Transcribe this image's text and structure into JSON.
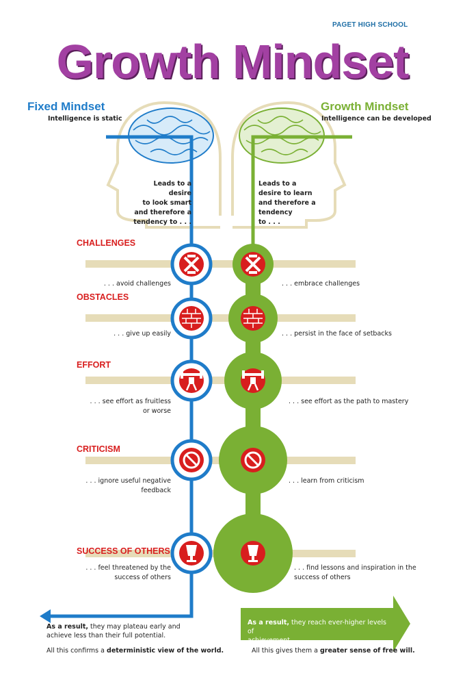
{
  "header": {
    "school": "PAGET HIGH SCHOOL",
    "title": "Growth Mindset"
  },
  "fixed": {
    "heading": "Fixed Mindset",
    "subheading": "Intelligence is static",
    "head_text": [
      "Leads to a desire",
      "to look smart",
      "and therefore a",
      "tendency to . . ."
    ]
  },
  "growth": {
    "heading": "Growth Mindset",
    "subheading": "Intelligence can be developed",
    "head_text": [
      "Leads to a",
      "desire to learn",
      "and therefore a",
      "tendency",
      "to . . ."
    ]
  },
  "rows": [
    {
      "category": "CHALLENGES",
      "fixed": ". . . avoid challenges",
      "fixed2": "",
      "growth": ". . . embrace challenges",
      "growth2": "",
      "icon": "challenges-icon"
    },
    {
      "category": "OBSTACLES",
      "fixed": ". . . give up easily",
      "fixed2": "",
      "growth": ". . . persist in the face of setbacks",
      "growth2": "",
      "icon": "brick-wall-icon"
    },
    {
      "category": "EFFORT",
      "fixed": ". . . see effort as fruitless",
      "fixed2": "or worse",
      "growth": ". . . see effort as the path to mastery",
      "growth2": "",
      "icon": "weightlifter-icon"
    },
    {
      "category": "CRITICISM",
      "fixed": ". . . ignore useful negative",
      "fixed2": "feedback",
      "growth": ". . . learn from criticism",
      "growth2": "",
      "icon": "no-sign-icon"
    },
    {
      "category": "SUCCESS OF OTHERS",
      "fixed": ". . . feel threatened by the",
      "fixed2": "success of others",
      "growth": ". . . find lessons and inspiration in the",
      "growth2": "success of others",
      "icon": "trophy-icon"
    }
  ],
  "footer": {
    "fixed_result_bold": "As a result,",
    "fixed_result_1": "they may plateau early and",
    "fixed_result_2": "achieve less than their full potential.",
    "fixed_confirm_pre": "All this confirms a",
    "fixed_confirm_bold": "deterministic view of the world.",
    "growth_result_bold": "As a result,",
    "growth_result_1": "they reach ever-higher levels of",
    "growth_result_2": "achievement.",
    "growth_confirm_pre": "All this gives them a",
    "growth_confirm_bold": "greater sense of free will."
  },
  "colors": {
    "blue": "#1f7cc9",
    "green": "#7ab034",
    "red": "#d81e1e",
    "purple": "#a240a2",
    "beige": "#e6dcb8"
  }
}
